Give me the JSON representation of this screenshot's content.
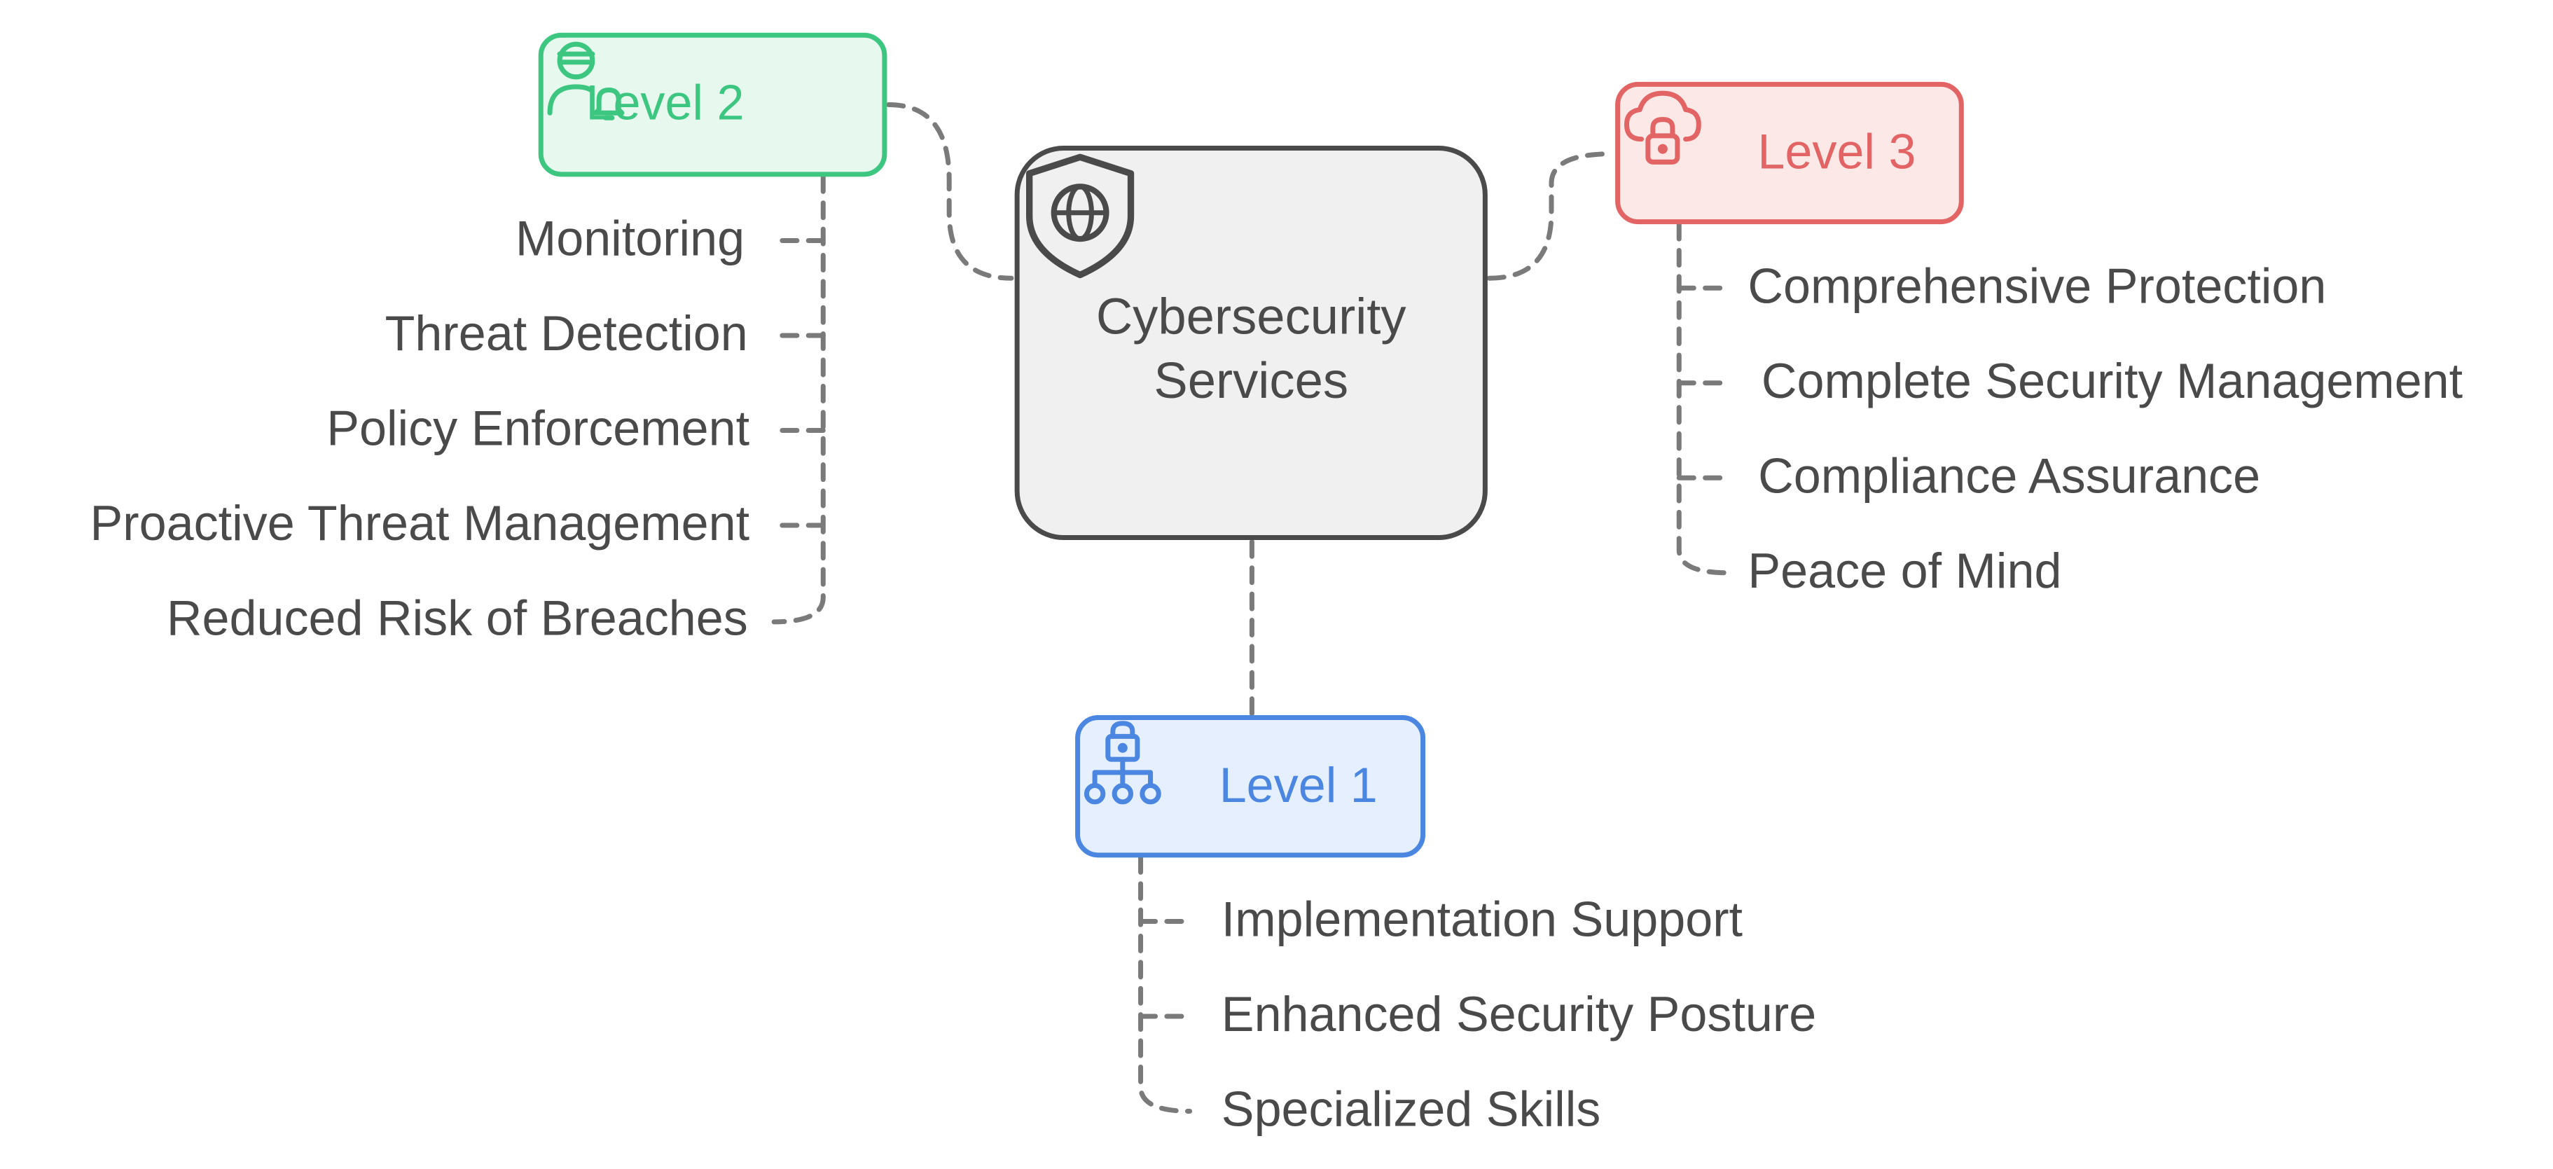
{
  "center": {
    "title": "Cybersecurity\nServices",
    "icon": "shield-globe-icon"
  },
  "levels": [
    {
      "label": "Level 2",
      "color": "#3cc680",
      "icon": "user-alert-icon",
      "items": [
        "Monitoring",
        "Threat Detection",
        "Policy Enforcement",
        "Proactive Threat Management",
        "Reduced Risk of Breaches"
      ]
    },
    {
      "label": "Level 3",
      "color": "#e36464",
      "icon": "cloud-lock-icon",
      "items": [
        "Comprehensive Protection",
        " Complete Security Management",
        " Compliance Assurance",
        "Peace of Mind"
      ]
    },
    {
      "label": "Level 1",
      "color": "#4b86e0",
      "icon": "network-lock-icon",
      "items": [
        " Implementation Support",
        " Enhanced Security Posture",
        " Specialized Skills"
      ]
    }
  ]
}
